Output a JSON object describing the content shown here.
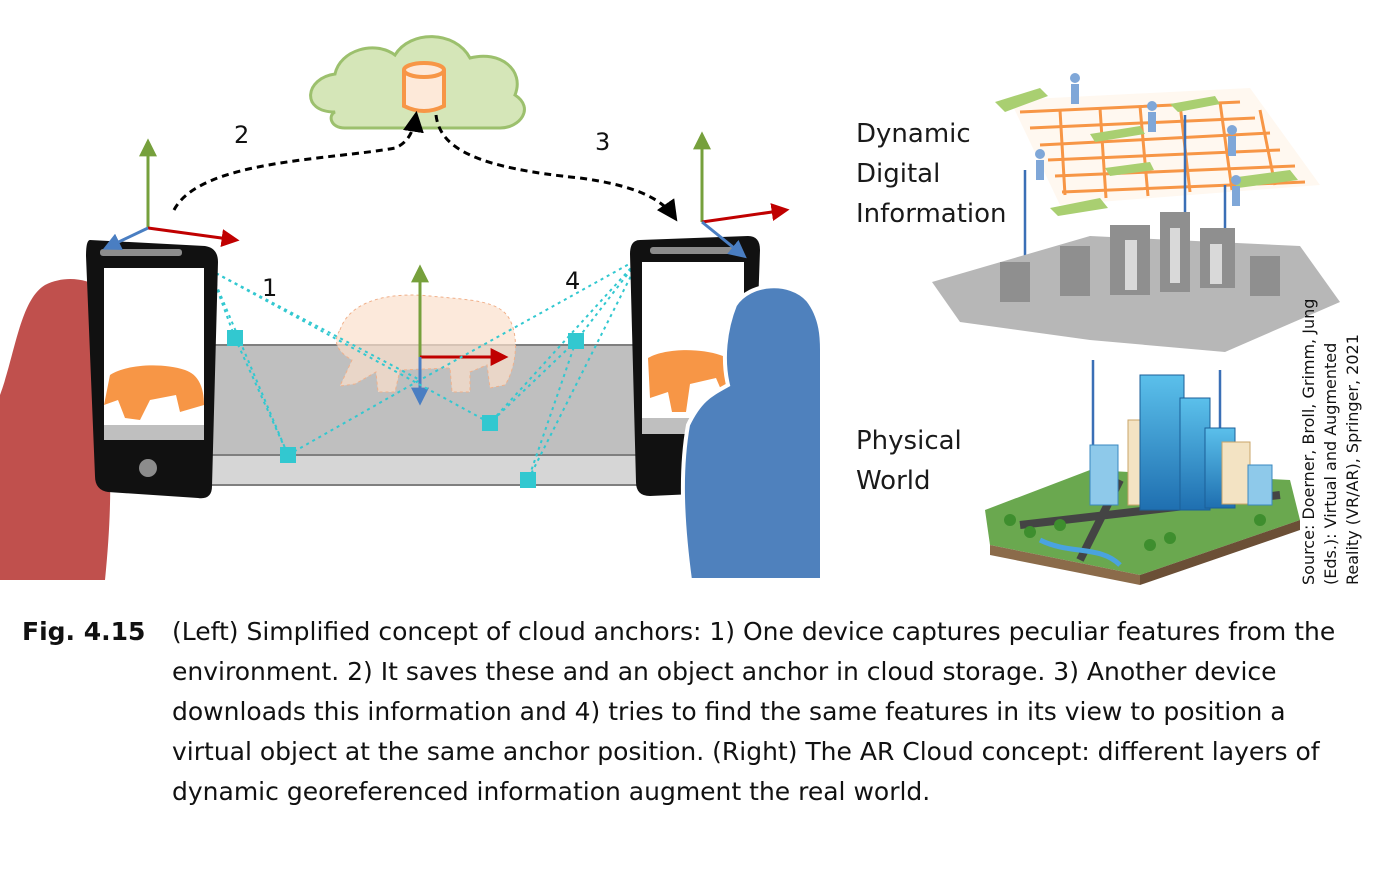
{
  "figure": {
    "step_labels": [
      "1",
      "2",
      "3",
      "4"
    ],
    "right_labels": {
      "dynamic": [
        "Dynamic",
        "Digital",
        "Information"
      ],
      "physical": [
        "Physical",
        "World"
      ]
    },
    "source": "Source: Doerner, Broll, Grimm, Jung (Eds.): Virtual and Augmented Reality (VR/AR), Springer, 2021",
    "colors": {
      "cloud": "#d5e6b8",
      "cloud_stroke": "#9cc06d",
      "person_left": "#c0504d",
      "person_right": "#4f81bd",
      "bear": "#f79646",
      "marker": "#32c8d0",
      "axis_up": "#76a03c",
      "axis_right": "#c00000",
      "axis_depth": "#4a7ec2",
      "table": "#bfbfbf"
    },
    "icons": [
      "cloud-icon",
      "database-icon",
      "smartphone-icon",
      "bear-icon",
      "person-silhouette-icon",
      "city-icon"
    ]
  },
  "caption": {
    "label": "Fig. 4.15",
    "text": "(Left) Simplified concept of cloud anchors: 1) One device captures peculiar features from the environment. 2) It saves these and an object anchor in cloud storage. 3) Another device downloads this information and 4) tries to find the same features in its view to position a virtual object at the same anchor position. (Right) The AR Cloud concept: different layers of dynamic georeferenced information augment the real world."
  }
}
